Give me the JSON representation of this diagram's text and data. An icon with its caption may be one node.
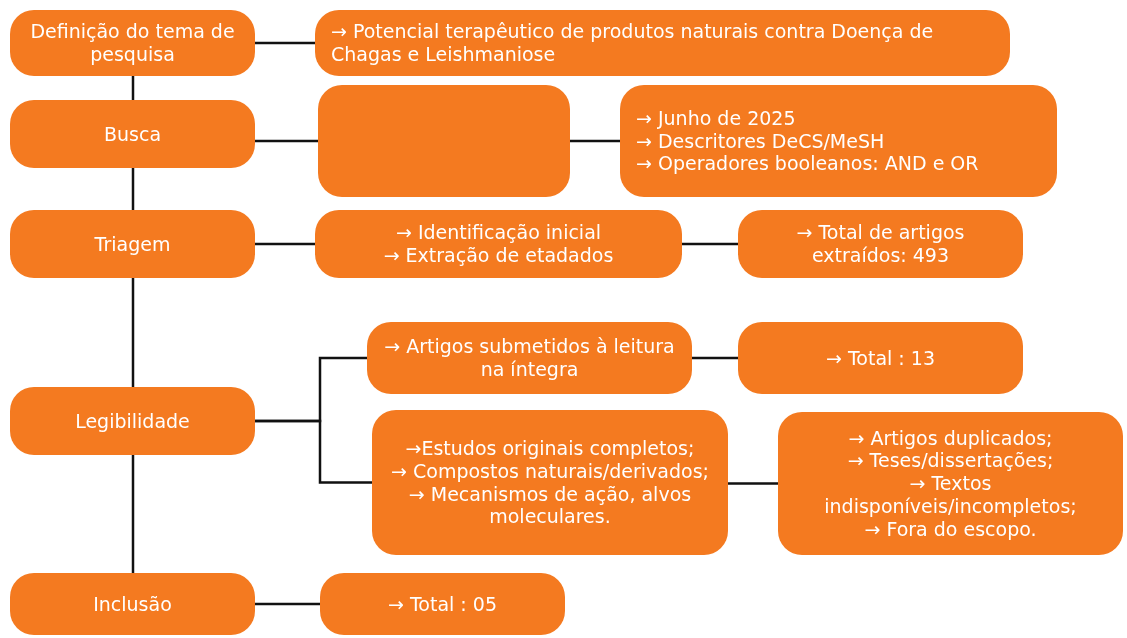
{
  "diagram": {
    "nodes": [
      {
        "text": [
          "Definição do tema de pesquisa"
        ]
      },
      {
        "text": [
          "→ Potencial terapêutico de produtos naturais contra Doença de Chagas e Leishmaniose"
        ]
      },
      {
        "text": [
          "Busca"
        ]
      },
      {
        "text": [],
        "shape": "box"
      },
      {
        "text": [
          "→ Junho de 2025",
          "→ Descritores DeCS/MeSH",
          "→ Operadores booleanos: AND e OR"
        ]
      },
      {
        "text": [
          "Triagem"
        ]
      },
      {
        "text": [
          "→ Identificação inicial",
          "→ Extração de etadados"
        ]
      },
      {
        "text": [
          "→ Total de artigos extraídos: 493"
        ]
      },
      {
        "text": [
          "Legibilidade"
        ]
      },
      {
        "text": [
          "→ Artigos submetidos à leitura na íntegra"
        ]
      },
      {
        "text": [
          "→ Total : 13"
        ]
      },
      {
        "text": [
          "→Estudos originais completos;",
          "→ Compostos naturais/derivados;",
          "→ Mecanismos de ação, alvos moleculares."
        ]
      },
      {
        "text": [
          "→ Artigos duplicados;",
          "→ Teses/dissertações;",
          "→ Textos indisponíveis/incompletos;",
          "→ Fora do escopo."
        ]
      },
      {
        "text": [
          "Inclusão"
        ]
      },
      {
        "text": [
          "→ Total : 05"
        ]
      }
    ],
    "edges": [
      {
        "from": 0,
        "to": 1,
        "arrow": "none"
      },
      {
        "from": 2,
        "to": 3,
        "arrow": "none"
      },
      {
        "from": 3,
        "to": 4,
        "arrow": "none"
      },
      {
        "from": 5,
        "to": 6,
        "arrow": "none"
      },
      {
        "from": 6,
        "to": 7,
        "arrow": "none"
      },
      {
        "from": 8,
        "to": 9,
        "arrow": "none"
      },
      {
        "from": 8,
        "to": 11,
        "arrow": "none"
      },
      {
        "from": 9,
        "to": 10,
        "arrow": "none"
      },
      {
        "from": 11,
        "to": 12,
        "arrow": "none"
      },
      {
        "from": 13,
        "to": 14,
        "arrow": "none"
      },
      {
        "from": 0,
        "to": 2,
        "arrow": "none"
      },
      {
        "from": 2,
        "to": 5,
        "arrow": "none"
      },
      {
        "from": 5,
        "to": 8,
        "arrow": "none"
      },
      {
        "from": 8,
        "to": 13,
        "arrow": "none"
      }
    ]
  }
}
